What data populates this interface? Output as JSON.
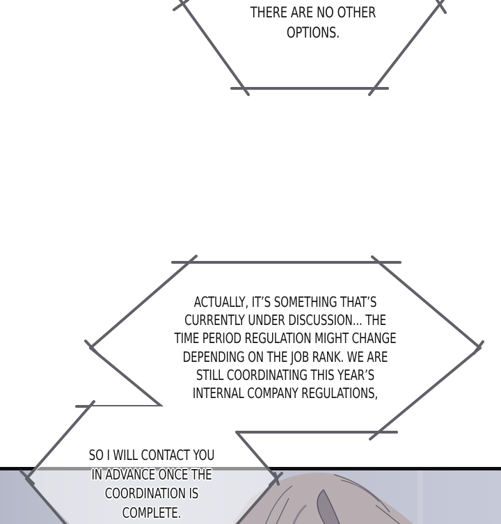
{
  "page": {
    "type": "webtoon-panel",
    "colors": {
      "background": "#ffffff",
      "bubble_outline": "#606068",
      "text": "#151515",
      "panel_border": "#0d0d0d",
      "panel_sky": "#c4c7d6",
      "hair": "#b7adb0"
    }
  },
  "bubbles": [
    {
      "id": "bubble-1",
      "shape": "hexagon",
      "text": "THERE ARE NO OTHER\nOPTIONS."
    },
    {
      "id": "bubble-2",
      "shape": "hexagon",
      "text": "ACTUALLY, IT’S SOMETHING THAT’S\nCURRENTLY UNDER DISCUSSION... THE\nTIME PERIOD REGULATION MIGHT CHANGE\nDEPENDING ON THE JOB RANK. WE ARE\nSTILL COORDINATING THIS YEAR’S\nINTERNAL COMPANY REGULATIONS,"
    },
    {
      "id": "bubble-3",
      "shape": "hexagon",
      "text": "SO I WILL CONTACT YOU\nIN ADVANCE ONCE THE\nCOORDINATION IS\nCOMPLETE."
    }
  ],
  "panel": {
    "description": "top of a character's head with light gray hair against a pale blue-gray background"
  }
}
